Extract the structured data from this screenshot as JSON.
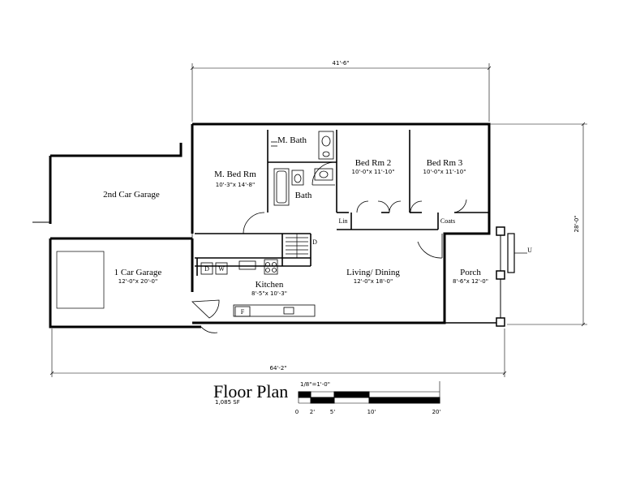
{
  "colors": {
    "ink": "#000000",
    "paper": "#ffffff"
  },
  "dims": {
    "top_width": "41'-6\"",
    "bottom_width": "64'-2\"",
    "right_depth": "28'-0\""
  },
  "rooms": {
    "m_bath": "M. Bath",
    "m_bed": "M. Bed Rm",
    "m_bed_size": "10'-3\"x 14'-8\"",
    "bath": "Bath",
    "bed2": "Bed Rm 2",
    "bed2_size": "10'-0\"x 11'-10\"",
    "bed3": "Bed Rm 3",
    "bed3_size": "10'-0\"x 11'-10\"",
    "lin": "Lin",
    "coats": "Coats",
    "garage2": "2nd Car Garage",
    "garage1": "1 Car Garage",
    "garage1_size": "12'-0\"x 20'-0\"",
    "kitchen": "Kitchen",
    "kitchen_size": "8'-5\"x 10'-3\"",
    "living": "Living/ Dining",
    "living_size": "12'-0\"x 18'-0\"",
    "porch": "Porch",
    "porch_size": "8'-6\"x 12'-0\"",
    "stair_d": "D",
    "appliance_d": "D",
    "appliance_w": "W",
    "fridge_f": "F",
    "porch_u": "U"
  },
  "title": {
    "main": "Floor Plan",
    "area": "1,085 SF",
    "scale": "1/8\"=1'-0\"",
    "scale_ticks": [
      "0",
      "2'",
      "5'",
      "10'",
      "20'"
    ]
  }
}
